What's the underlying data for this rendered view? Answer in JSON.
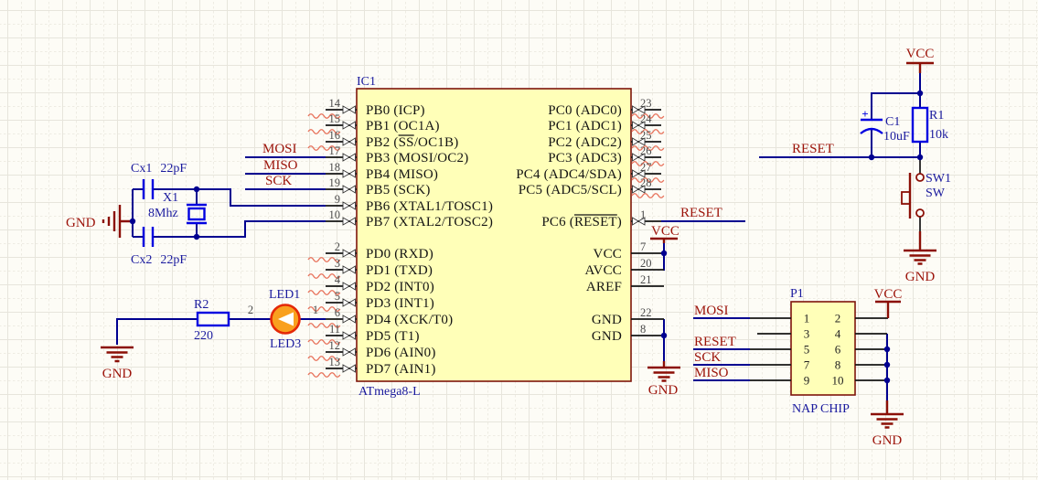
{
  "nets": {
    "mosi": "MOSI",
    "miso": "MISO",
    "sck": "SCK",
    "reset": "RESET",
    "vcc": "VCC",
    "gnd": "GND"
  },
  "ic1": {
    "designator": "IC1",
    "part": "ATmega8-L",
    "pb_pins": [
      {
        "num": "14",
        "name": "PB0 (ICP)",
        "mark": true
      },
      {
        "num": "15",
        "name": "PB1 (OC1A)",
        "mark": true
      },
      {
        "num": "16",
        "name_pre": "PB2 (",
        "name_over": "SS",
        "name_post": "/OC1B)",
        "mark": true
      },
      {
        "num": "17",
        "name": "PB3 (MOSI/OC2)",
        "mark": false
      },
      {
        "num": "18",
        "name": "PB4 (MISO)",
        "mark": false
      },
      {
        "num": "19",
        "name": "PB5 (SCK)",
        "mark": false
      },
      {
        "num": "9",
        "name": "PB6 (XTAL1/TOSC1)",
        "mark": false
      },
      {
        "num": "10",
        "name": "PB7 (XTAL2/TOSC2)",
        "mark": false
      }
    ],
    "pd_pins": [
      {
        "num": "2",
        "name": "PD0 (RXD)",
        "mark": true
      },
      {
        "num": "3",
        "name": "PD1 (TXD)",
        "mark": true
      },
      {
        "num": "4",
        "name": "PD2 (INT0)",
        "mark": true
      },
      {
        "num": "5",
        "name": "PD3 (INT1)",
        "mark": true
      },
      {
        "num": "6",
        "name": "PD4 (XCK/T0)",
        "mark": true
      },
      {
        "num": "11",
        "name": "PD5 (T1)",
        "mark": true
      },
      {
        "num": "12",
        "name": "PD6 (AIN0)",
        "mark": true
      },
      {
        "num": "13",
        "name": "PD7 (AIN1)",
        "mark": true
      }
    ],
    "pc_pins": [
      {
        "num": "23",
        "name": "PC0 (ADC0)",
        "mark": true
      },
      {
        "num": "24",
        "name": "PC1 (ADC1)",
        "mark": true
      },
      {
        "num": "25",
        "name": "PC2 (ADC2)",
        "mark": true
      },
      {
        "num": "26",
        "name": "PC3 (ADC3)",
        "mark": true
      },
      {
        "num": "27",
        "name": "PC4 (ADC4/SDA)",
        "mark": true
      },
      {
        "num": "28",
        "name": "PC5 (ADC5/SCL)",
        "mark": true
      },
      {
        "num": "1",
        "name_pre": "PC6 (",
        "name_over": "RESET",
        "name_post": ")",
        "mark": false
      }
    ],
    "power_pins": [
      {
        "num": "7",
        "name": "VCC"
      },
      {
        "num": "20",
        "name": "AVCC"
      },
      {
        "num": "21",
        "name": "AREF"
      },
      {
        "num": "22",
        "name": "GND"
      },
      {
        "num": "8",
        "name": "GND"
      }
    ]
  },
  "crystal": {
    "designator": "X1",
    "value": "8Mhz"
  },
  "cx1": {
    "designator": "Cx1",
    "value": "22pF"
  },
  "cx2": {
    "designator": "Cx2",
    "value": "22pF"
  },
  "r2": {
    "designator": "R2",
    "value": "220"
  },
  "led": {
    "designator": "LED1",
    "value": "LED3",
    "pin_left": "2",
    "pin_right": "1"
  },
  "c1": {
    "designator": "C1",
    "value": "10uF",
    "polarity": "+"
  },
  "r1": {
    "designator": "R1",
    "value": "10k"
  },
  "sw1": {
    "designator": "SW1",
    "value": "SW"
  },
  "p1": {
    "designator": "P1",
    "part": "NAP CHIP",
    "left_nums": [
      "1",
      "3",
      "5",
      "7",
      "9"
    ],
    "right_nums": [
      "2",
      "4",
      "6",
      "8",
      "10"
    ]
  }
}
